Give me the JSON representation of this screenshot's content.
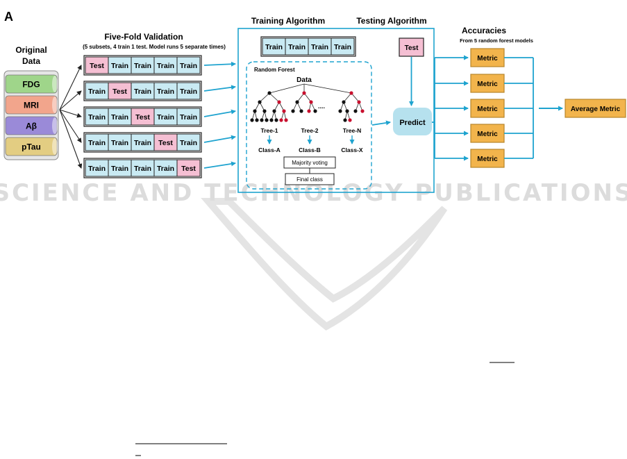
{
  "panel_label": "A",
  "original": {
    "title_line1": "Original",
    "title_line2": "Data",
    "layers": [
      {
        "label": "FDG",
        "color": "#9fd58a"
      },
      {
        "label": "MRI",
        "color": "#f2a58c"
      },
      {
        "label": "Aβ",
        "color": "#9a8ad8"
      },
      {
        "label": "pTau",
        "color": "#e3cd82"
      }
    ]
  },
  "validation": {
    "title": "Five-Fold Validation",
    "subtitle": "(5 subsets, 4 train 1 test. Model runs 5 separate times)",
    "folds": [
      [
        "Test",
        "Train",
        "Train",
        "Train",
        "Train"
      ],
      [
        "Train",
        "Test",
        "Train",
        "Train",
        "Train"
      ],
      [
        "Train",
        "Train",
        "Test",
        "Train",
        "Train"
      ],
      [
        "Train",
        "Train",
        "Train",
        "Test",
        "Train"
      ],
      [
        "Train",
        "Train",
        "Train",
        "Train",
        "Test"
      ]
    ]
  },
  "training": {
    "title": "Training Algorithm",
    "cells": [
      "Train",
      "Train",
      "Train",
      "Train"
    ],
    "forest_title": "Random Forest",
    "data_label": "Data",
    "ellipsis": "....",
    "trees": [
      {
        "name": "Tree-1",
        "class": "Class-A"
      },
      {
        "name": "Tree-2",
        "class": "Class-B"
      },
      {
        "name": "Tree-N",
        "class": "Class-X"
      }
    ],
    "voting": "Majority voting",
    "final": "Final class"
  },
  "testing": {
    "title": "Testing Algorithm",
    "test_label": "Test",
    "predict_label": "Predict"
  },
  "accuracies": {
    "title": "Accuracies",
    "subtitle": "From 5 random forest models",
    "metrics": [
      "Metric",
      "Metric",
      "Metric",
      "Metric",
      "Metric"
    ],
    "average": "Average Metric"
  },
  "watermark": {
    "line1": "SCIENCE AND TECHNOLOGY PUBLICATIONS"
  },
  "colors": {
    "arrow": "#1ea3cf",
    "train_fill": "#c9eaf3",
    "test_fill": "#f5bfd3",
    "metric_fill": "#f2b44c",
    "metric_stroke": "#b7862c",
    "predict_fill": "#b6e1ee",
    "node_black": "#111111",
    "node_red": "#c8102e",
    "watermark": "#dcdcdc"
  }
}
